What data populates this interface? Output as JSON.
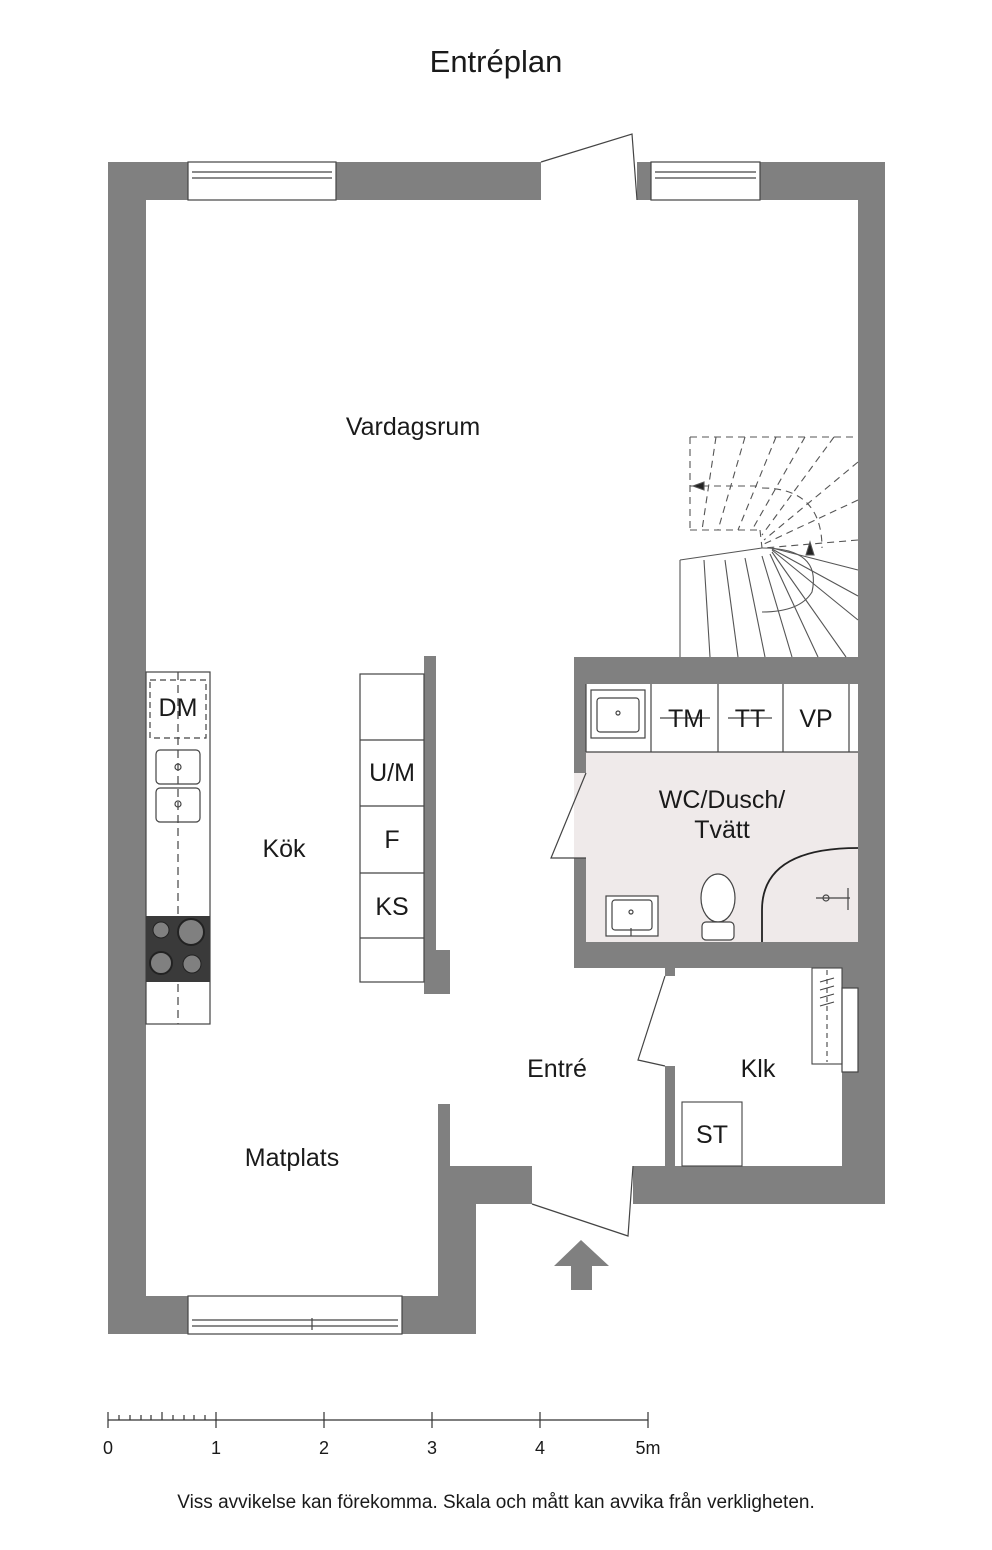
{
  "title": "Entréplan",
  "rooms": {
    "vardagsrum": "Vardagsrum",
    "kok": "Kök",
    "matplats": "Matplats",
    "entre": "Entré",
    "klk": "Klk",
    "wc_line1": "WC/Dusch/",
    "wc_line2": "Tvätt"
  },
  "fixtures": {
    "dm": "DM",
    "um": "U/M",
    "f": "F",
    "ks": "KS",
    "tm": "TM",
    "tt": "TT",
    "vp": "VP",
    "st": "ST"
  },
  "scale": {
    "labels": [
      "0",
      "1",
      "2",
      "3",
      "4",
      "5m"
    ]
  },
  "disclaimer": "Viss avvikelse kan förekomma. Skala och mått kan avvika från verkligheten.",
  "colors": {
    "wall": "#808080",
    "wc_floor": "#efeaea",
    "line": "#444444",
    "hob": "#3a3a3a"
  }
}
